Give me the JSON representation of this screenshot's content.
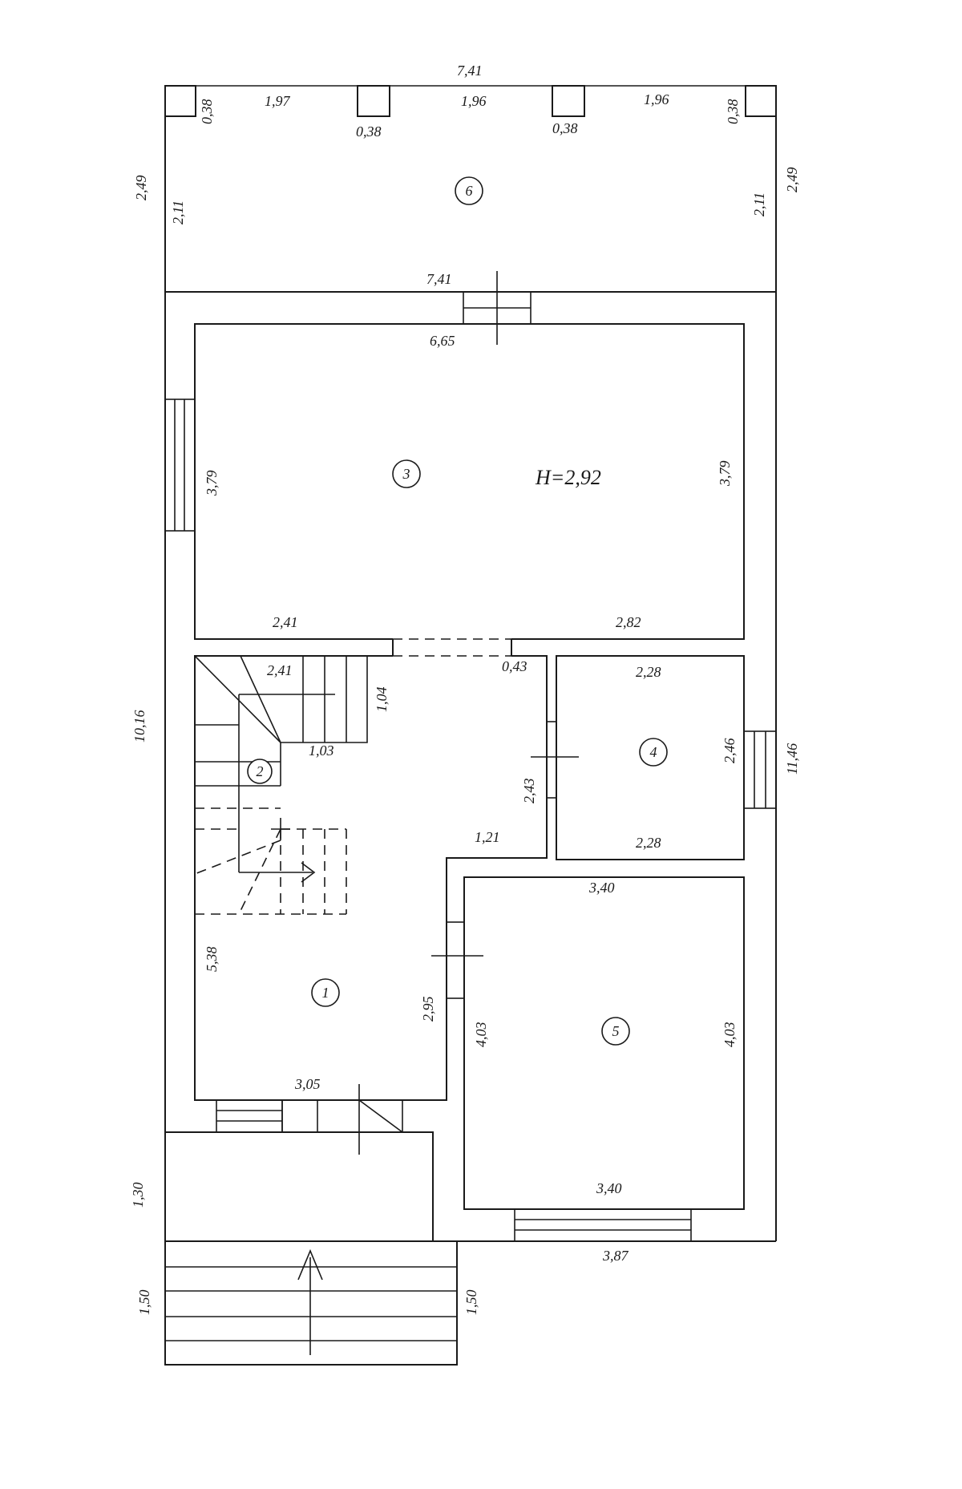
{
  "plan": {
    "ceiling_height": "H=2,92",
    "rooms": [
      {
        "number": "1"
      },
      {
        "number": "2"
      },
      {
        "number": "3"
      },
      {
        "number": "4"
      },
      {
        "number": "5"
      },
      {
        "number": "6"
      }
    ],
    "dims": {
      "overall_width_top": "7,41",
      "terrace_seg1": "1,97",
      "terrace_seg2": "1,96",
      "terrace_seg3": "1,96",
      "col1_left": "0,38",
      "col2_bottom": "0,38",
      "col3_bottom": "0,38",
      "col4_right": "0,38",
      "terrace_left_outer": "2,49",
      "terrace_left_inner": "2,11",
      "terrace_right_inner": "2,11",
      "terrace_right_outer": "2,49",
      "terrace_bottom": "7,41",
      "room3_top": "6,65",
      "room3_left": "3,79",
      "room3_right": "3,79",
      "room3_bottom_left": "2,41",
      "room3_bottom_right": "2,82",
      "stair_top": "2,41",
      "stair_side": "1,04",
      "stair_bottom": "1,03",
      "opening": "0,43",
      "room4_top": "2,28",
      "room4_right": "2,46",
      "room4_bottom": "2,28",
      "room1_right_upper": "2,43",
      "room1_step": "1,21",
      "room1_left": "5,38",
      "room1_right_lower": "2,95",
      "room1_bottom": "3,05",
      "room5_top": "3,40",
      "room5_left": "4,03",
      "room5_right": "4,03",
      "room5_bottom": "3,40",
      "overall_left": "10,16",
      "overall_right": "11,46",
      "porch_left": "1,30",
      "steps_left": "1,50",
      "steps_right": "1,50",
      "bottom_right": "3,87"
    }
  }
}
